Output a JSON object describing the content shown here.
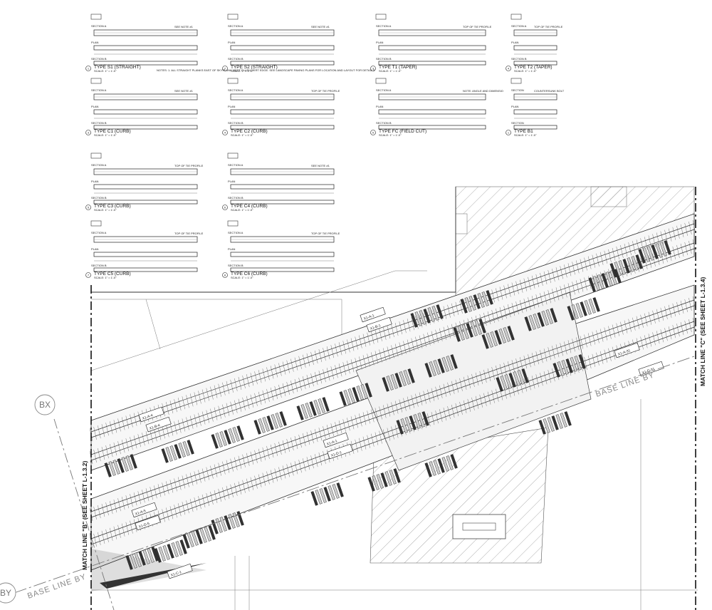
{
  "details": [
    {
      "num": "1",
      "title": "TYPE S1 (STRAIGHT)",
      "scale": "SCALE: 1\" = 1'-0\"",
      "sec_a": "SECTION A",
      "sec_b": "SECTION B",
      "plan": "PLAN",
      "note": "SEE NOTE #1"
    },
    {
      "num": "2",
      "title": "TYPE S2 (STRAIGHT)",
      "scale": "SCALE: 1\" = 1'-0\"",
      "sec_a": "SECTION A",
      "sec_b": "SECTION B",
      "plan": "PLAN",
      "note": "SEE NOTE #1"
    },
    {
      "num": "3",
      "title": "TYPE C1 (CURB)",
      "scale": "SCALE: 1\" = 1'-0\"",
      "sec_a": "SECTION A",
      "sec_b": "SECTION B",
      "plan": "PLAN",
      "note": "SEE NOTE #1"
    },
    {
      "num": "4",
      "title": "TYPE C2 (CURB)",
      "scale": "SCALE: 1\" = 1'-0\"",
      "sec_a": "SECTION A",
      "sec_b": "SECTION B",
      "plan": "PLAN",
      "note": "TOP OF TIE PROFILE"
    },
    {
      "num": "5",
      "title": "TYPE C3 (CURB)",
      "scale": "SCALE: 1\" = 1'-0\"",
      "sec_a": "SECTION A",
      "sec_b": "SECTION B",
      "plan": "PLAN",
      "note": "TOP OF TIE PROFILE"
    },
    {
      "num": "6",
      "title": "TYPE C4 (CURB)",
      "scale": "SCALE: 1\" = 1'-0\"",
      "sec_a": "SECTION A",
      "sec_b": "SECTION B",
      "plan": "PLAN",
      "note": "SEE NOTE #1"
    },
    {
      "num": "7",
      "title": "TYPE C5 (CURB)",
      "scale": "SCALE: 1\" = 1'-0\"",
      "sec_a": "SECTION A",
      "sec_b": "SECTION B",
      "plan": "PLAN",
      "note": "TOP OF TIE PROFILE"
    },
    {
      "num": "8",
      "title": "TYPE C6 (CURB)",
      "scale": "SCALE: 1\" = 1'-0\"",
      "sec_a": "SECTION A",
      "sec_b": "SECTION B",
      "plan": "PLAN",
      "note": "TOP OF TIE PROFILE"
    },
    {
      "num": "3",
      "title": "TYPE T1 (TAPER)",
      "scale": "SCALE: 1\" = 1'-0\"",
      "sec_a": "SECTION A",
      "sec_b": "SECTION B",
      "plan": "PLAN",
      "note": "TOP OF TIE PROFILE"
    },
    {
      "num": "4",
      "title": "TYPE T2 (TAPER)",
      "scale": "SCALE: 1\" = 1'-0\"",
      "sec_a": "SECTION A",
      "sec_b": "SECTION B",
      "plan": "PLAN",
      "note": "TOP OF TIE PROFILE"
    },
    {
      "num": "5",
      "title": "TYPE FC (FIELD CUT)",
      "scale": "SCALE: 1\" = 1'-0\"",
      "sec_a": "SECTION A",
      "sec_b": "SECTION B",
      "plan": "PLAN",
      "note": "NOTE: ANGLE AND DIMENSIONS OF FIELD CUT FLANGE TO BE DETERMINED IN FIELD"
    },
    {
      "num": "1",
      "title": "TYPE B1",
      "scale": "SCALE: 1\" = 1'-0\"",
      "sec_a": "SECTION",
      "sec_b": "SECTION",
      "plan": "PLAN",
      "note": "COUNTERSUNK BOLT"
    }
  ],
  "general_note": "NOTES: 1. ALL STRAIGHT PLANKS EAST OF SKYPLANK MEET FLUSH VERT EDGE. SEE LANDSCAPE PAVING PLANS FOR LOCATION AND LAYOUT FOR DETAIL 2.",
  "plan": {
    "match_line_left": "MATCH LINE \"B\" (SEE SHEET L-1.3.2)",
    "match_line_right": "MATCH LINE \"C\" (SEE SHEET L-1.3.4)",
    "base_line_by": "BASE LINE BY",
    "bubble_bx": "BX",
    "bubble_by": "BY",
    "tags": [
      "X1-A-1",
      "X1-B-1",
      "X1-A-4",
      "X1-B-4",
      "X1-A-1",
      "X1-D-1",
      "X1-A-5",
      "X1-D-5",
      "X1-A-31",
      "X1-D-31",
      "X1-C-1"
    ]
  }
}
